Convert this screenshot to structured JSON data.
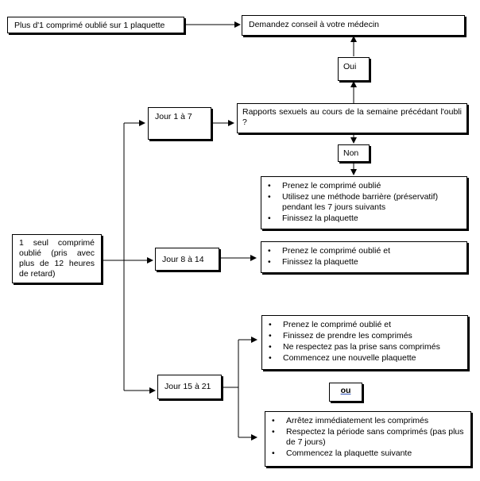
{
  "nodes": {
    "plus_one": "Plus d'1 comprimé oublié sur 1 plaquette",
    "conseil": "Demandez conseil à votre médecin",
    "oui": "Oui",
    "rapports": "Rapports sexuels au cours de la semaine précédant l'oubli ?",
    "non": "Non",
    "jour_1_7": "Jour 1 à 7",
    "seul": "1 seul comprimé oublié (pris avec plus de 12 heures de retard)",
    "jour_8_14": "Jour 8 à 14",
    "jour_15_21": "Jour 15 à 21",
    "ou": "ou"
  },
  "lists": {
    "non_actions": [
      "Prenez le comprimé oublié",
      "Utilisez une méthode barrière (préservatif) pendant les 7 jours suivants",
      "Finissez la plaquette"
    ],
    "j8_actions": [
      "Prenez le comprimé oublié et",
      "Finissez la plaquette"
    ],
    "j15_option_a": [
      "Prenez le comprimé oublié et",
      "Finissez de prendre les comprimés",
      "Ne respectez pas la prise sans comprimés",
      "Commencez une nouvelle plaquette"
    ],
    "j15_option_b": [
      "Arrêtez immédiatement les comprimés",
      "Respectez la période sans comprimés (pas plus de 7 jours)",
      "Commencez la plaquette suivante"
    ]
  },
  "colors": {
    "line": "#000000",
    "ou_underline": "#2a4fb5"
  }
}
